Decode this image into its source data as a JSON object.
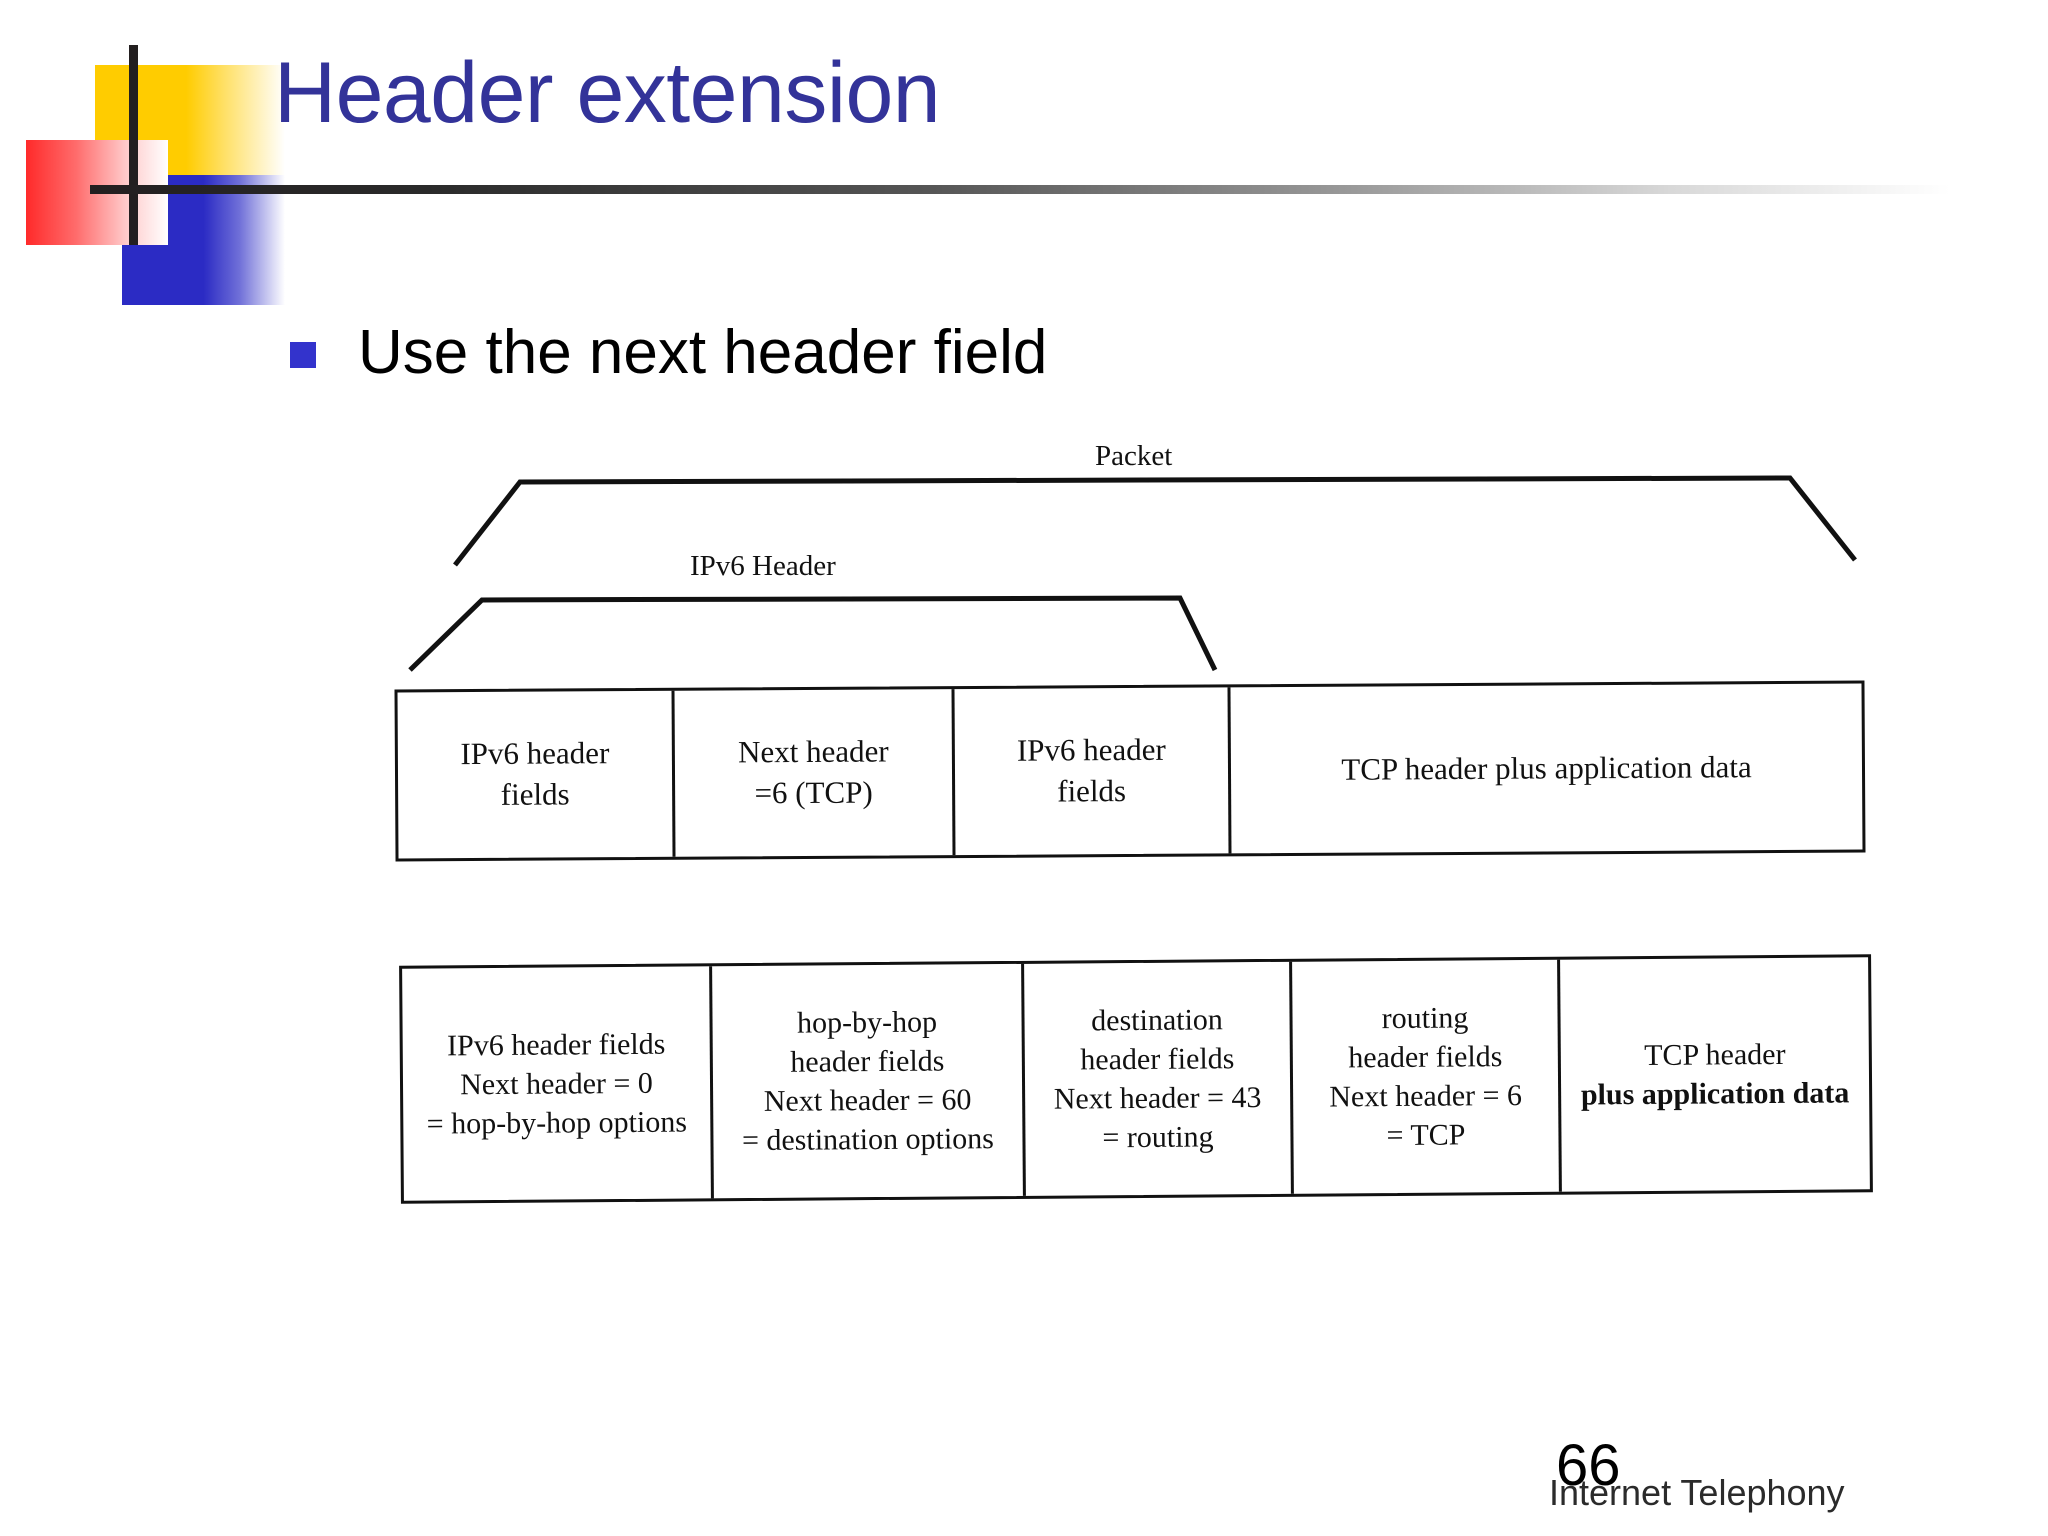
{
  "slide": {
    "title": "Header extension",
    "bullet": {
      "marker": "square-bullet",
      "text": "Use the next header field"
    },
    "page_number": "66",
    "footer": "Internet Telephony"
  },
  "theme": {
    "title_color": "#333399",
    "bullet_color": "#3333CC",
    "logo_yellow": "#FFCC00",
    "logo_red": "#FF2A2A",
    "logo_blue": "#2B2BC4",
    "rule_color": "#231F20",
    "diagram_ink": "#111111"
  },
  "diagram": {
    "brace_labels": {
      "packet": "Packet",
      "ipv6_header": "IPv6 Header"
    },
    "row1": {
      "cells": [
        {
          "lines": [
            "IPv6 header",
            "fields"
          ]
        },
        {
          "lines": [
            "Next header",
            "=6 (TCP)"
          ]
        },
        {
          "lines": [
            "IPv6 header",
            "fields"
          ]
        },
        {
          "lines": [
            "TCP header plus application data"
          ]
        }
      ]
    },
    "row2": {
      "cells": [
        {
          "lines": [
            "IPv6 header fields",
            "Next header = 0",
            "= hop-by-hop options"
          ]
        },
        {
          "lines": [
            "hop-by-hop",
            "header fields",
            "Next header = 60",
            "= destination options"
          ]
        },
        {
          "lines": [
            "destination",
            "header fields",
            "Next header = 43",
            "= routing"
          ]
        },
        {
          "lines": [
            "routing",
            "header fields",
            "Next header = 6",
            "= TCP"
          ]
        },
        {
          "lines": [
            "TCP header",
            "plus application data"
          ]
        }
      ]
    }
  }
}
